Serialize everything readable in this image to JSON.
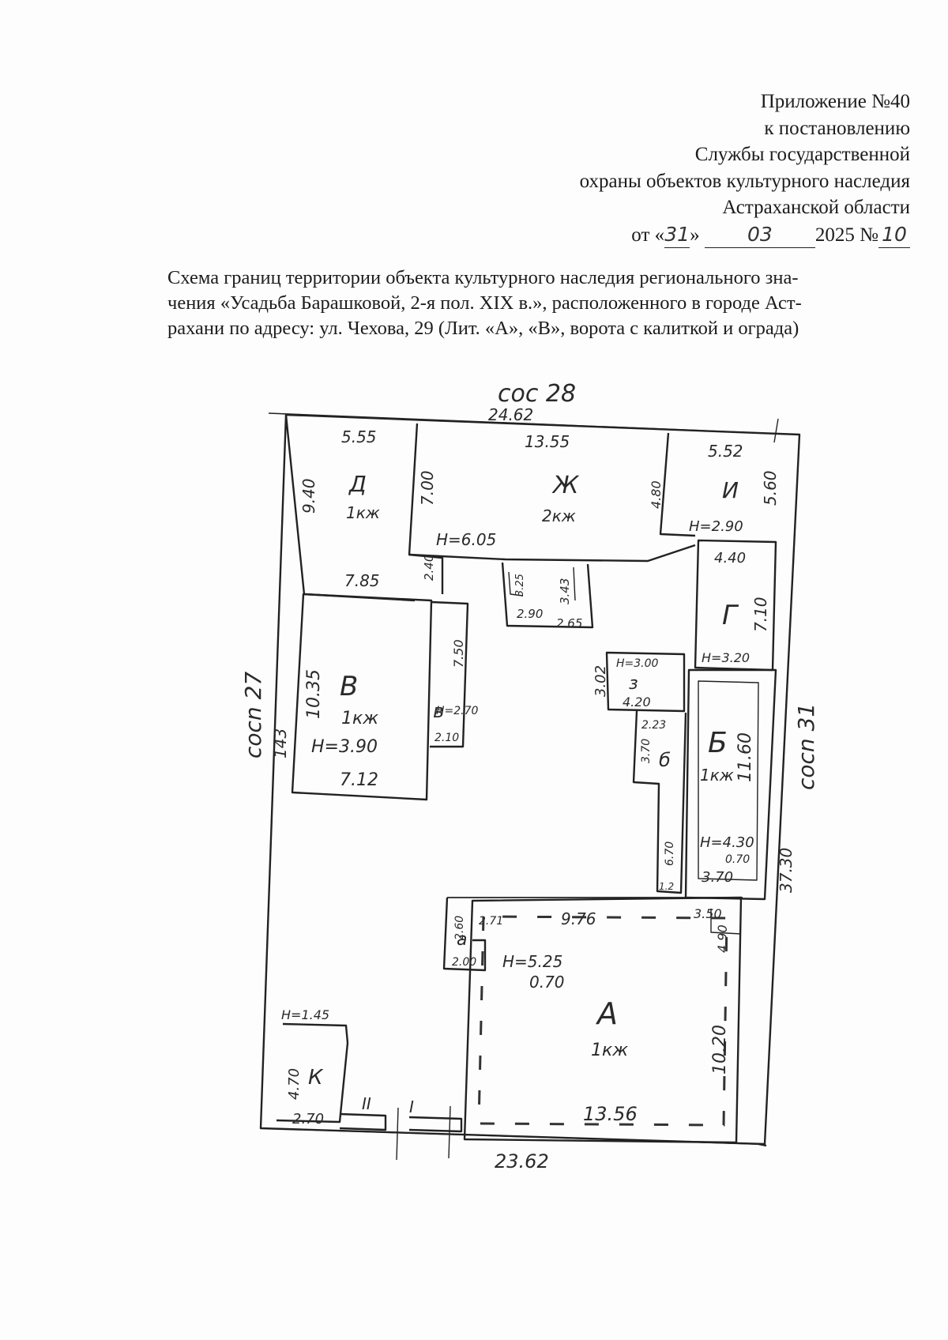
{
  "header": {
    "line1": "Приложение №40",
    "line2": "к постановлению",
    "line3": "Службы государственной",
    "line4": "охраны объектов культурного наследия",
    "line5": "Астраханской области",
    "date_prefix": "от «",
    "day": "31",
    "day_close": "»",
    "month": "03",
    "year_no": "2025 №",
    "number": "10"
  },
  "title": {
    "line1": "Схема границ территории объекта культурного наследия регионального зна-",
    "line2": "чения «Усадьба Барашковой, 2-я пол. XIX в.», расположенного в городе Аст-",
    "line3": "рахани по адресу: ул. Чехова, 29 (Лит. «А», «В», ворота с калиткой и ограда)"
  },
  "plan": {
    "neighbor_top": "coc 28",
    "neighbor_left": "cocn 27",
    "neighbor_left_num": "143",
    "neighbor_right": "cocn 31",
    "dim_top": "24.62",
    "dim_bottom": "23.62",
    "dim_right": "37.30",
    "dim_left_top": "9.40",
    "d_top": "5.55",
    "d_label": "Д",
    "d_floors": "1кж",
    "d_bottom": "7.85",
    "zh_top": "13.55",
    "zh_left": "7.00",
    "zh_label": "Ж",
    "zh_floors": "2кж",
    "zh_height": "Н=6.05",
    "zh_step": "2.40",
    "i_top": "5.52",
    "i_left": "4.80",
    "i_right": "5.60",
    "i_label": "И",
    "i_height": "Н=2.90",
    "g_top": "4.40",
    "g_label": "Г",
    "g_side": "7.10",
    "g_height": "Н=3.20",
    "p1_a": "3.25",
    "p1_b": "3.43",
    "p1_c": "2.90",
    "p1_d": "2.65",
    "v_left": "10.35",
    "v_label": "В",
    "v_floors": "1кж",
    "v_height": "Н=3.90",
    "v_bottom": "7.12",
    "v_ext_label": "в",
    "v_ext_side": "7.50",
    "v_ext_height": "Н=2.70",
    "v_ext_bottom": "2.10",
    "z_label": "з",
    "z_height": "Н=3.00",
    "z_left": "3.02",
    "z_bottom": "4.20",
    "b_ext_label": "б",
    "b_ext_top": "2.23",
    "b_ext_side": "3.70",
    "b_ext_lower": "6.70",
    "b_ext_bottom": "1.2",
    "b_label": "Б",
    "b_floors": "1кж",
    "b_side": "11.60",
    "b_height": "Н=4.30",
    "b_height_sub": "0.70",
    "b_bottom": "3.70",
    "a_top_small": "2.71",
    "a_top": "9.76",
    "a_right_top": "3.50",
    "a_right_side": "4.90",
    "a_side": "10.20",
    "a_label": "А",
    "a_floors": "1кж",
    "a_height": "Н=5.25",
    "a_height_sub": "0.70",
    "a_bottom": "13.56",
    "a_ext_label": "а",
    "a_ext_side": "2.60",
    "a_ext_bottom": "2.00",
    "k_height": "Н=1.45",
    "k_side": "4.70",
    "k_label": "К",
    "k_bottom": "2.70",
    "gate2": "II",
    "gate1": "I"
  }
}
